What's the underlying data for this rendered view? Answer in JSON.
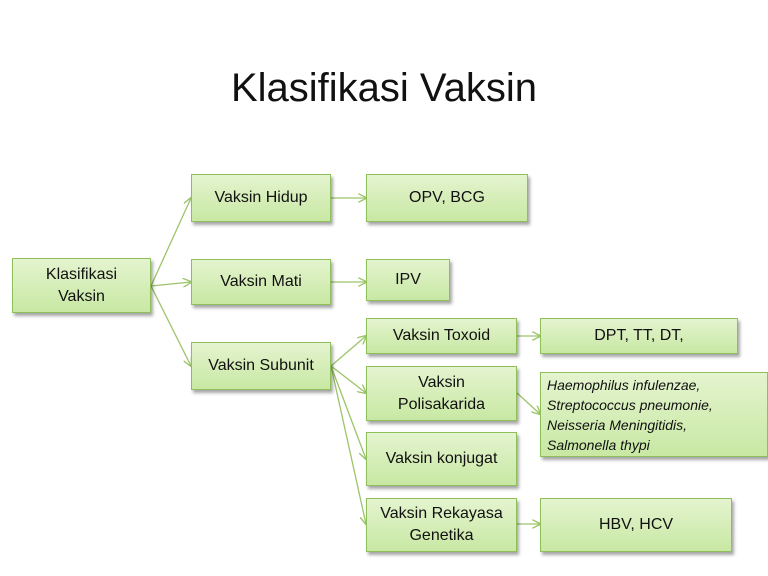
{
  "title": "Klasifikasi Vaksin",
  "nodes": {
    "root": "Klasifikasi\nVaksin",
    "hidup": "Vaksin Hidup",
    "mati": "Vaksin Mati",
    "subunit": "Vaksin Subunit",
    "opv_bcg": "OPV, BCG",
    "ipv": "IPV",
    "toxoid": "Vaksin Toxoid",
    "polisakarida": "Vaksin\nPolisakarida",
    "konjugat": "Vaksin konjugat",
    "rekayasa": "Vaksin Rekayasa\nGenetika",
    "dpt": "DPT, TT, DT,",
    "bacteria": "Haemophilus infulenzae,\nStreptococcus pneumonie,\nNeisseria Meningitidis,\nSalmonella thypi",
    "hbv": "HBV, HCV"
  },
  "colors": {
    "box_fill_top": "#e4f4cf",
    "box_fill_bottom": "#c8e8a3",
    "box_border": "#8fbf5a",
    "connector": "#9cc46a"
  }
}
